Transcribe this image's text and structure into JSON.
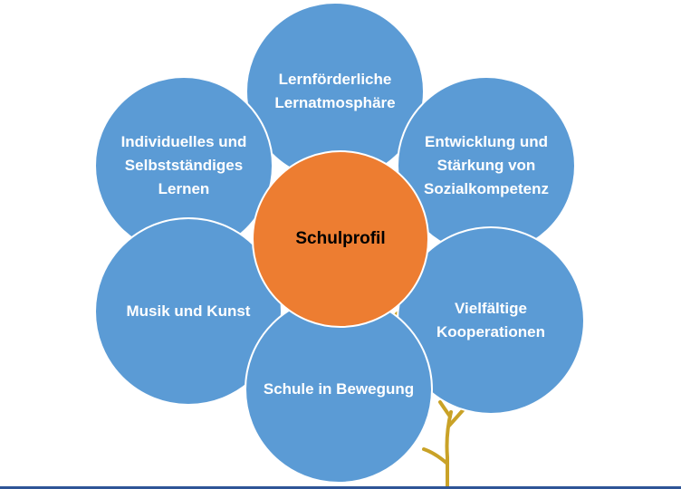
{
  "diagram": {
    "center": {
      "label": "Schulprofil",
      "color": "#ed7d31"
    },
    "petal_color": "#5b9bd5",
    "stem_color": "#c9a227",
    "petals": [
      {
        "label": "Lernförderliche\nLernatmosphäre"
      },
      {
        "label": "Individuelles und\nSelbstständiges\nLernen"
      },
      {
        "label": "Entwicklung und\nStärkung von\nSozialkompetenz"
      },
      {
        "label": "Musik und Kunst"
      },
      {
        "label": "Vielfältige\nKooperationen"
      },
      {
        "label": "Schule in Bewegung"
      }
    ]
  }
}
